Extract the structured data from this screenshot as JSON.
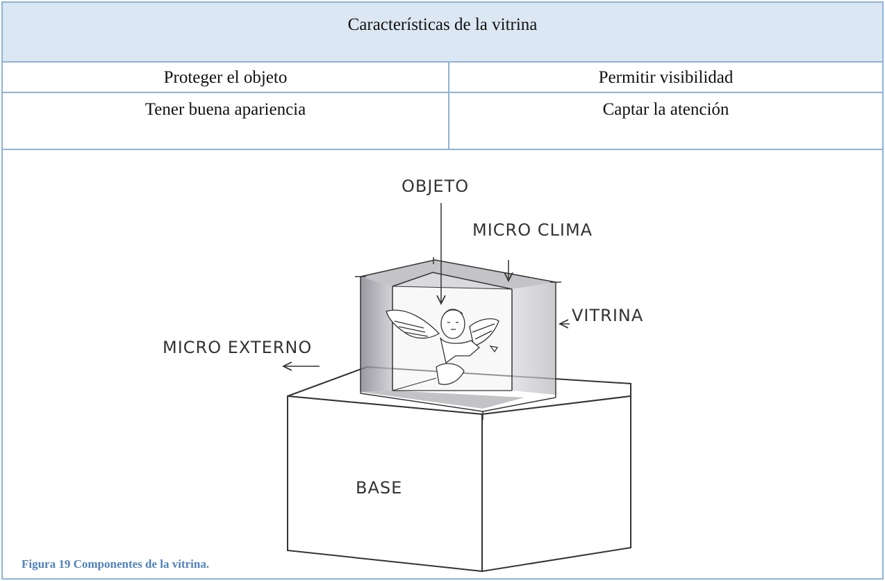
{
  "table": {
    "title": "Características de la  vitrina",
    "row1": {
      "left": "Proteger el objeto",
      "right": "Permitir visibilidad"
    },
    "row2": {
      "left": "Tener buena apariencia",
      "right": "Captar la atención"
    }
  },
  "figure": {
    "labels": {
      "objeto": "OBJETO",
      "micro_clima": "MICRO  CLIMA",
      "vitrina": "VITRINA",
      "micro_externo": "MICRO  EXTERNO",
      "base": "BASE"
    },
    "caption": "Figura  19  Componentes de la vitrina."
  },
  "colors": {
    "border": "#8eb2d6",
    "header_bg": "#dbe7f3",
    "caption": "#4f81bd"
  }
}
